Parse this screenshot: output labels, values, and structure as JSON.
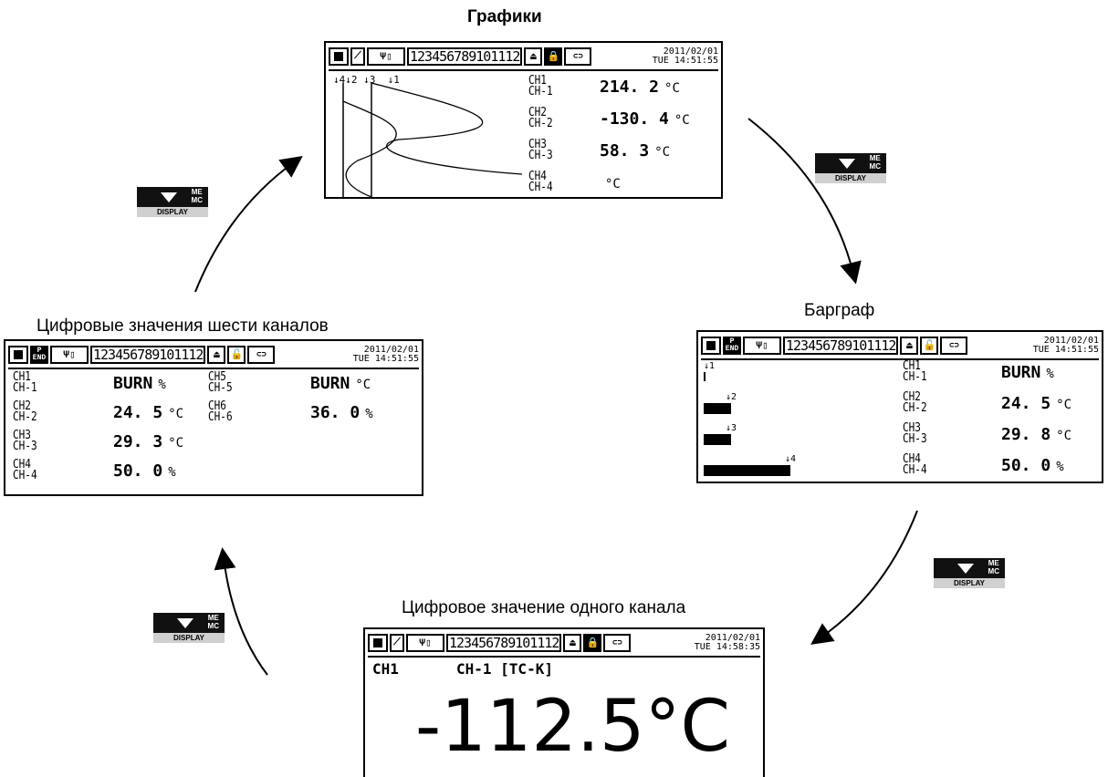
{
  "titles": {
    "graphs": "Графики",
    "bargraph": "Барграф",
    "single": "Цифровое значение одного канала",
    "six": "Цифровые значения шести каналов"
  },
  "status": {
    "nums": "123456789101112",
    "date": "2011/02/01",
    "time1": "TUE 14:51:55",
    "time2": "TUE 14:58:35",
    "pend_p": "P",
    "pend_end": "END"
  },
  "button": {
    "me": "ME",
    "mc": "MC",
    "label": "DISPLAY"
  },
  "graphs": {
    "markers": [
      "↓4↓2",
      "↓3",
      "↓1"
    ],
    "channels": [
      {
        "tag": "CH1",
        "name": "CH-1",
        "value": "214. 2",
        "unit": "°C"
      },
      {
        "tag": "CH2",
        "name": "CH-2",
        "value": "-130. 4",
        "unit": "°C"
      },
      {
        "tag": "CH3",
        "name": "CH-3",
        "value": "58. 3",
        "unit": "°C"
      },
      {
        "tag": "CH4",
        "name": "CH-4",
        "value": "",
        "unit": "°C"
      }
    ]
  },
  "bargraph": {
    "markers": [
      "↓1",
      "↓2",
      "↓3",
      "↓4"
    ],
    "bar_levels": [
      0.0,
      0.3,
      0.3,
      0.95
    ],
    "channels": [
      {
        "tag": "CH1",
        "name": "CH-1",
        "value": "BURN",
        "unit": "%"
      },
      {
        "tag": "CH2",
        "name": "CH-2",
        "value": "24. 5",
        "unit": "°C"
      },
      {
        "tag": "CH3",
        "name": "CH-3",
        "value": "29. 8",
        "unit": "°C"
      },
      {
        "tag": "CH4",
        "name": "CH-4",
        "value": "50. 0",
        "unit": "%"
      }
    ]
  },
  "six": {
    "channels": [
      {
        "tag": "CH1",
        "name": "CH-1",
        "value": "BURN",
        "unit": "%"
      },
      {
        "tag": "CH2",
        "name": "CH-2",
        "value": "24. 5",
        "unit": "°C"
      },
      {
        "tag": "CH3",
        "name": "CH-3",
        "value": "29. 3",
        "unit": "°C"
      },
      {
        "tag": "CH4",
        "name": "CH-4",
        "value": "50. 0",
        "unit": "%"
      },
      {
        "tag": "CH5",
        "name": "CH-5",
        "value": "BURN",
        "unit": "°C"
      },
      {
        "tag": "CH6",
        "name": "CH-6",
        "value": "36. 0",
        "unit": "%"
      }
    ]
  },
  "single": {
    "tag": "CH1",
    "header": "CH-1 [TC-K]",
    "value": "-112.5",
    "unit": "°C"
  }
}
